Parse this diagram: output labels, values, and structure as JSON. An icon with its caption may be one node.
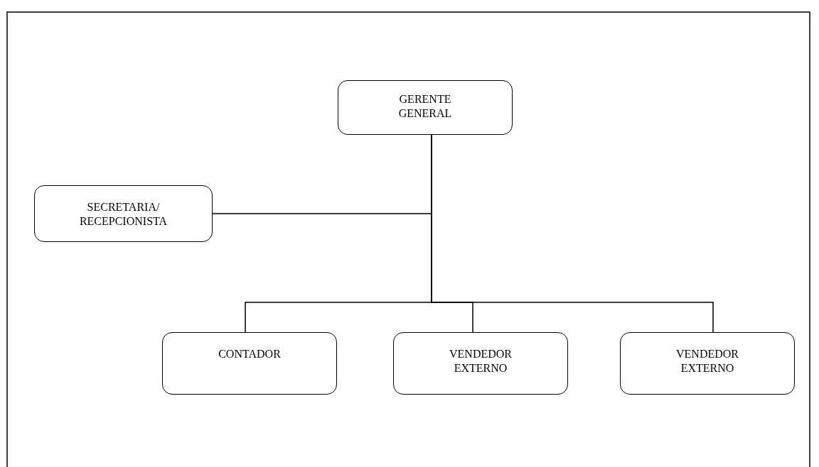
{
  "diagram": {
    "nodes": [
      {
        "text": [
          "GERENTE GENERAL"
        ]
      },
      {
        "text": [
          "SECRETARIA/ RECEPCIONISTA"
        ]
      },
      {
        "text": [
          "CONTADOR"
        ]
      },
      {
        "text": [
          "VENDEDOR EXTERNO"
        ]
      },
      {
        "text": [
          "VENDEDOR EXTERNO"
        ]
      }
    ],
    "edges": [
      {
        "from": 0,
        "to": 1,
        "arrow": "none"
      },
      {
        "from": 0,
        "to": 2,
        "arrow": "none"
      },
      {
        "from": 0,
        "to": 3,
        "arrow": "none"
      },
      {
        "from": 0,
        "to": 4,
        "arrow": "none"
      }
    ]
  }
}
